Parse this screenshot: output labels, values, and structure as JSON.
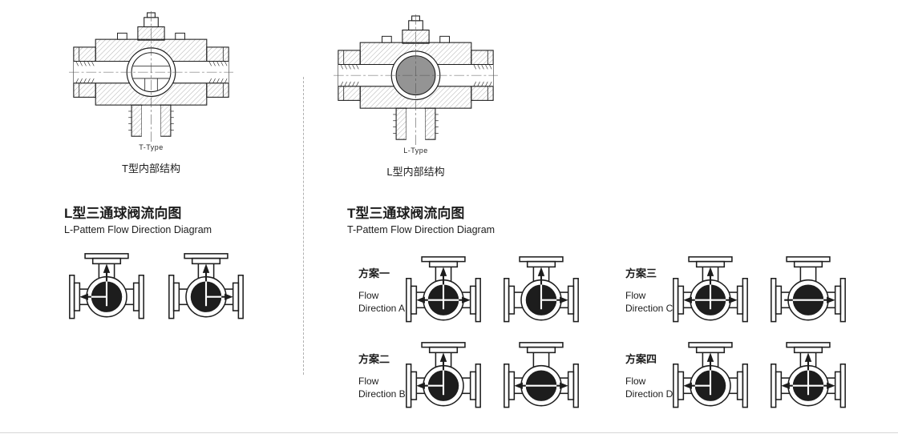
{
  "cross_sections": [
    {
      "type_label": "T-Type",
      "caption": "T型内部结构",
      "ball_style": "t-bore"
    },
    {
      "type_label": "L-Type",
      "caption": "L型内部结构",
      "ball_style": "shaded"
    }
  ],
  "l_pattern": {
    "title_zh": "L型三通球阀流向图",
    "title_en": "L-Pattem Flow Direction Diagram",
    "valves": [
      {
        "name": "l-flow-up-left",
        "arrows": [
          "up",
          "left"
        ]
      },
      {
        "name": "l-flow-up-right",
        "arrows": [
          "up",
          "right"
        ]
      }
    ]
  },
  "t_pattern": {
    "title_zh": "T型三通球阀流向图",
    "title_en": "T-Pattem Flow Direction Diagram",
    "plans": [
      {
        "name_zh": "方案一",
        "flow_label_line1": "Flow",
        "flow_label_line2": "Direction A",
        "valves": [
          {
            "arrows": [
              "up",
              "through-both"
            ]
          },
          {
            "arrows": [
              "up",
              "right"
            ]
          }
        ]
      },
      {
        "name_zh": "方案二",
        "flow_label_line1": "Flow",
        "flow_label_line2": "Direction B",
        "valves": [
          {
            "arrows": [
              "up",
              "left"
            ]
          },
          {
            "arrows": [
              "through-both"
            ]
          }
        ]
      },
      {
        "name_zh": "方案三",
        "flow_label_line1": "Flow",
        "flow_label_line2": "Direction C",
        "valves": [
          {
            "arrows": [
              "up",
              "through-both"
            ]
          },
          {
            "arrows": [
              "through-right"
            ]
          }
        ]
      },
      {
        "name_zh": "方案四",
        "flow_label_line1": "Flow",
        "flow_label_line2": "Direction D",
        "valves": [
          {
            "arrows": [
              "up",
              "left"
            ]
          },
          {
            "arrows": [
              "up",
              "through-both"
            ]
          }
        ]
      }
    ]
  },
  "colors": {
    "line": "#1d1d1d",
    "ball": "#1d1d1d",
    "shaded_ball": "#949494",
    "divider": "#b0b0b0"
  }
}
